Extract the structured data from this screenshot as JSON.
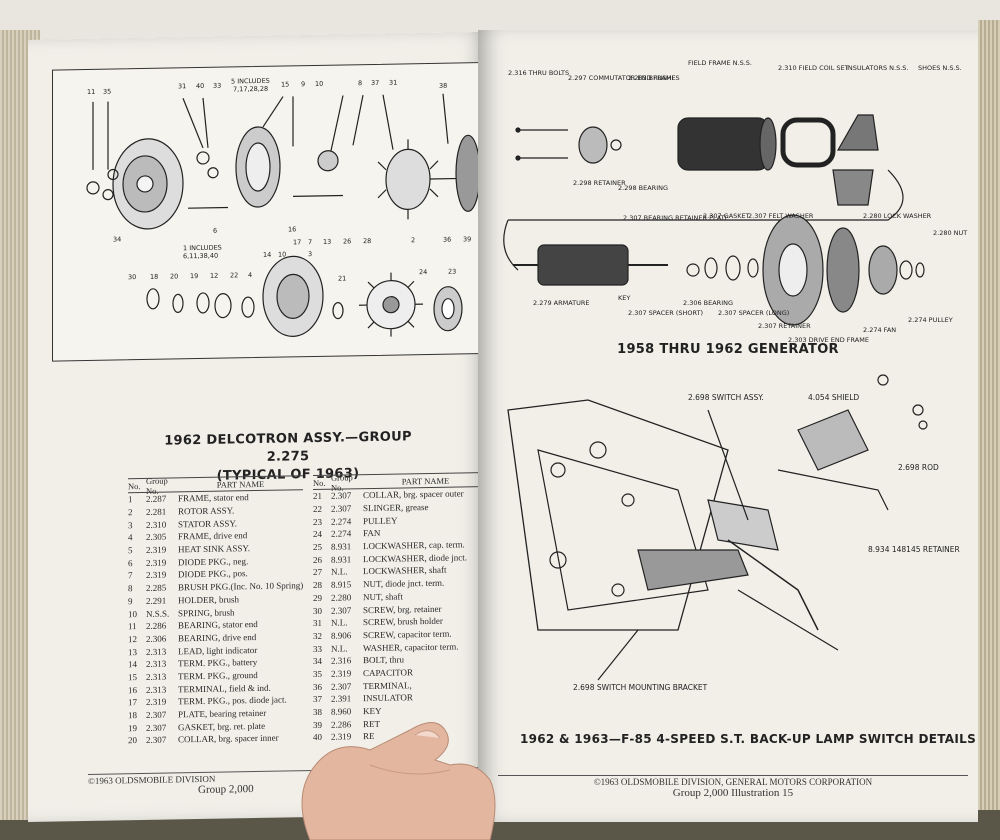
{
  "left_page": {
    "title_line1": "1962 DELCOTRON ASSY.—GROUP 2.275",
    "title_line2": "(TYPICAL OF 1963)",
    "callouts": [
      "11",
      "35",
      "31",
      "40",
      "33",
      "5 INCLUDES 7,17,28,28",
      "15",
      "9",
      "10",
      "8",
      "37",
      "31",
      "38",
      "1 INCLUDES 6,11,38,40",
      "34",
      "6",
      "16",
      "17",
      "7",
      "13",
      "26",
      "28",
      "2",
      "36",
      "39",
      "30",
      "18",
      "20",
      "19",
      "12",
      "22",
      "4",
      "21",
      "24",
      "23",
      "14",
      "10",
      "3"
    ],
    "table_headers": [
      "No.",
      "Group No.",
      "PART NAME"
    ],
    "parts_left": [
      [
        "1",
        "2.287",
        "FRAME, stator end"
      ],
      [
        "2",
        "2.281",
        "ROTOR ASSY."
      ],
      [
        "3",
        "2.310",
        "STATOR ASSY."
      ],
      [
        "4",
        "2.305",
        "FRAME, drive end"
      ],
      [
        "5",
        "2.319",
        "HEAT SINK ASSY."
      ],
      [
        "6",
        "2.319",
        "DIODE PKG., neg."
      ],
      [
        "7",
        "2.319",
        "DIODE PKG., pos."
      ],
      [
        "8",
        "2.285",
        "BRUSH PKG.(Inc. No. 10 Spring)"
      ],
      [
        "9",
        "2.291",
        "HOLDER, brush"
      ],
      [
        "10",
        "N.S.S.",
        "SPRING, brush"
      ],
      [
        "11",
        "2.286",
        "BEARING, stator end"
      ],
      [
        "12",
        "2.306",
        "BEARING, drive end"
      ],
      [
        "13",
        "2.313",
        "LEAD, light indicator"
      ],
      [
        "14",
        "2.313",
        "TERM. PKG., battery"
      ],
      [
        "15",
        "2.313",
        "TERM. PKG., ground"
      ],
      [
        "16",
        "2.313",
        "TERMINAL, field & ind."
      ],
      [
        "17",
        "2.319",
        "TERM. PKG., pos. diode jact."
      ],
      [
        "18",
        "2.307",
        "PLATE, bearing retainer"
      ],
      [
        "19",
        "2.307",
        "GASKET, brg. ret. plate"
      ],
      [
        "20",
        "2.307",
        "COLLAR, brg. spacer inner"
      ]
    ],
    "parts_right": [
      [
        "21",
        "2.307",
        "COLLAR, brg. spacer outer"
      ],
      [
        "22",
        "2.307",
        "SLINGER, grease"
      ],
      [
        "23",
        "2.274",
        "PULLEY"
      ],
      [
        "24",
        "2.274",
        "FAN"
      ],
      [
        "25",
        "8.931",
        "LOCKWASHER, cap. term."
      ],
      [
        "26",
        "8.931",
        "LOCKWASHER, diode jnct."
      ],
      [
        "27",
        "N.L.",
        "LOCKWASHER, shaft"
      ],
      [
        "28",
        "8.915",
        "NUT, diode jnct. term."
      ],
      [
        "29",
        "2.280",
        "NUT, shaft"
      ],
      [
        "30",
        "2.307",
        "SCREW, brg. retainer"
      ],
      [
        "31",
        "N.L.",
        "SCREW, brush holder"
      ],
      [
        "32",
        "8.906",
        "SCREW, capacitor term."
      ],
      [
        "33",
        "N.L.",
        "WASHER, capacitor term."
      ],
      [
        "34",
        "2.316",
        "BOLT, thru"
      ],
      [
        "35",
        "2.319",
        "CAPACITOR"
      ],
      [
        "36",
        "2.307",
        "TERMINAL,"
      ],
      [
        "37",
        "2.391",
        "INSULATOR"
      ],
      [
        "38",
        "8.960",
        "KEY"
      ],
      [
        "39",
        "2.286",
        "RET"
      ],
      [
        "40",
        "2.319",
        "RE"
      ]
    ],
    "footer_line": "©1963 OLDSMOBILE DIVISION",
    "footer_group": "Group 2,000"
  },
  "right_page": {
    "generator_title": "1958 THRU 1962 GENERATOR",
    "generator_labels": {
      "thru_bolts": "2.316 THRU BOLTS",
      "commutator": "2.297 COMMUTATOR END FRAME",
      "brushes": "2.283 BRUSHES",
      "field_frame": "FIELD FRAME N.S.S.",
      "field_coil": "2.310 FIELD COIL SET",
      "insulators": "INSULATORS N.S.S.",
      "shoes": "SHOES N.S.S.",
      "retainer": "2.298 RETAINER",
      "bearing_top": "2.298 BEARING",
      "ret_plate": "2.307 BEARING RETAINER PLATE",
      "gasket": "2.307 GASKET",
      "felt_washer": "2.307 FELT WASHER",
      "lock_washer": "2.280 LOCK WASHER",
      "nut": "2.280 NUT",
      "armature": "2.279 ARMATURE",
      "key": "KEY",
      "spacer_short": "2.307 SPACER (SHORT)",
      "bearing": "2.306 BEARING",
      "spacer_long": "2.307 SPACER (LONG)",
      "retainer2": "2.307 RETAINER",
      "drive_end": "2.303 DRIVE END FRAME",
      "fan": "2.274 FAN",
      "pulley": "2.274 PULLEY"
    },
    "switch_labels": {
      "switch_assy": "2.698 SWITCH ASSY.",
      "shield": "4.054 SHIELD",
      "rod": "2.698 ROD",
      "retainer": "8.934 148145 RETAINER",
      "bracket": "2.698 SWITCH MOUNTING BRACKET"
    },
    "switch_title": "1962 & 1963—F-85 4-SPEED S.T. BACK-UP LAMP SWITCH DETAILS",
    "footer_line": "©1963 OLDSMOBILE DIVISION, GENERAL MOTORS CORPORATION",
    "footer_group": "Group 2,000 Illustration 15"
  }
}
